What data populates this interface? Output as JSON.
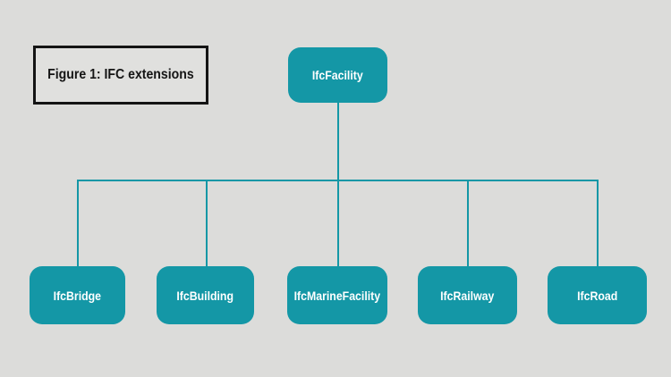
{
  "figure": {
    "caption": "Figure 1: IFC extensions"
  },
  "tree": {
    "root": {
      "label": "IfcFacility"
    },
    "children": [
      {
        "label": "IfcBridge"
      },
      {
        "label": "IfcBuilding"
      },
      {
        "label": "IfcMarineFacility"
      },
      {
        "label": "IfcRailway"
      },
      {
        "label": "IfcRoad"
      }
    ]
  },
  "colors": {
    "background": "#dcdcda",
    "node_fill": "#1497a6",
    "node_text": "#ffffff",
    "connector": "#1497a6",
    "caption_border": "#141414",
    "caption_text": "#151515",
    "caption_fill": "#e0e0de"
  }
}
